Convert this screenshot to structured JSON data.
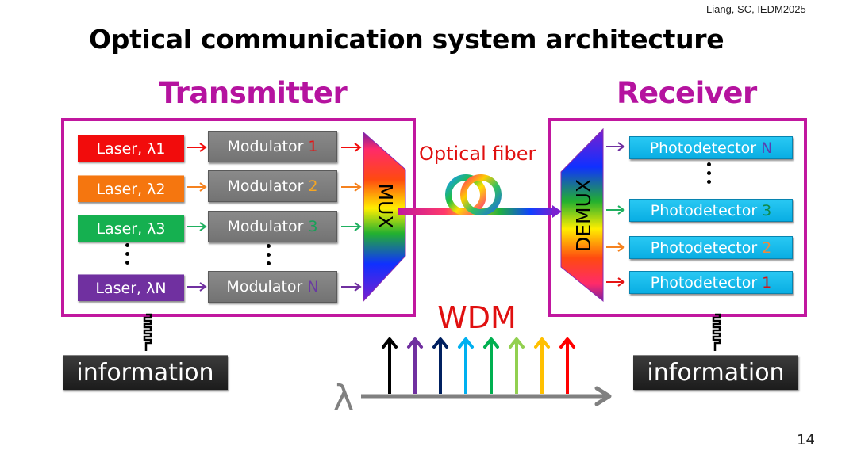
{
  "citation": "Liang, SC, IEDM2025",
  "title": "Optical communication system architecture",
  "page_number": "14",
  "transmitter": {
    "heading": "Transmitter",
    "lasers": [
      {
        "label": "Laser, λ1",
        "color": "#f20c0c"
      },
      {
        "label": "Laser, λ2",
        "color": "#f5760f"
      },
      {
        "label": "Laser, λ3",
        "color": "#15b050"
      },
      {
        "label": "Laser, λN",
        "color": "#7030a0"
      }
    ],
    "modulators": [
      {
        "label": "Modulator",
        "index": "1",
        "index_color": "#e51414"
      },
      {
        "label": "Modulator",
        "index": "2",
        "index_color": "#f5a623"
      },
      {
        "label": "Modulator",
        "index": "3",
        "index_color": "#18a058"
      },
      {
        "label": "Modulator",
        "index": "N",
        "index_color": "#6a3aa2"
      }
    ],
    "mux_label": "MUX",
    "info_label": "information"
  },
  "fiber": {
    "label": "Optical fiber",
    "label_color": "#e01010"
  },
  "receiver": {
    "heading": "Receiver",
    "demux_label": "DEMUX",
    "photodetectors": [
      {
        "label": "Photodetector",
        "index": "N",
        "index_color": "#5a3cb0"
      },
      {
        "label": "Photodetector",
        "index": "3",
        "index_color": "#0f8a4a"
      },
      {
        "label": "Photodetector",
        "index": "2",
        "index_color": "#f08a3a"
      },
      {
        "label": "Photodetector",
        "index": "1",
        "index_color": "#d41414"
      }
    ],
    "info_label": "information"
  },
  "wdm": {
    "label": "WDM",
    "label_color": "#e01010",
    "axis_symbol": "λ",
    "axis_color": "#808080",
    "channel_colors": [
      "#000000",
      "#7030a0",
      "#002060",
      "#00b0f0",
      "#00b050",
      "#92d050",
      "#ffc000",
      "#ff0000"
    ]
  },
  "colors": {
    "frame": "#c1179f",
    "heading": "#b5139f"
  }
}
